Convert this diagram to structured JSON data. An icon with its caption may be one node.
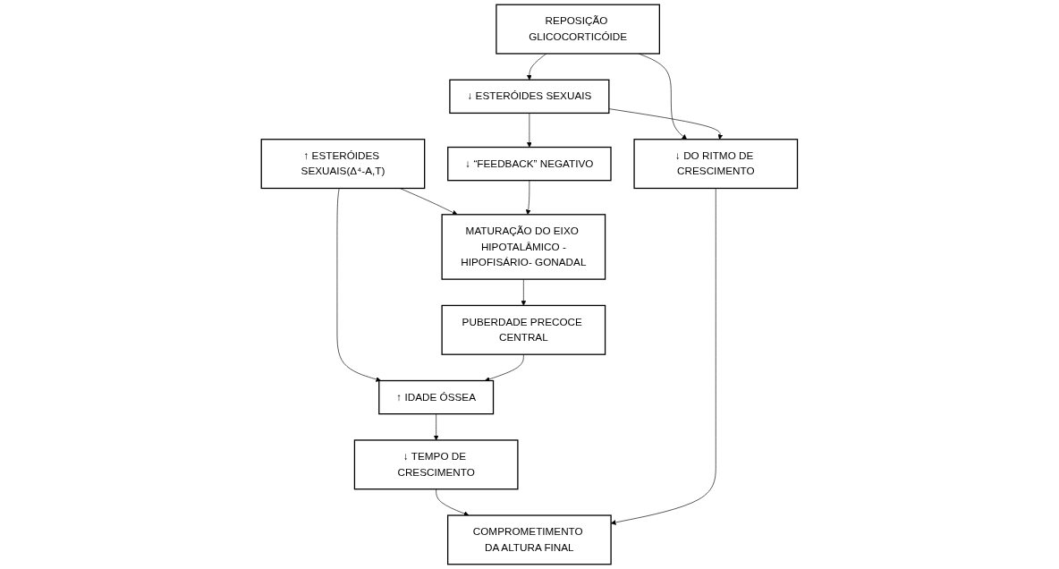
{
  "diagram": {
    "nodes": [
      {
        "text": [
          "↑ ESTERÓIDES SEXUAIS(Δ⁴-A,T)"
        ]
      },
      {
        "text": [
          "REPOSIÇÃO GLICOCORTICÓIDE"
        ]
      },
      {
        "text": [
          "MATURAÇÃO DO EIXO HIPOTALÂMICO -HIPOFISÁRIO- GONADAL"
        ]
      },
      {
        "text": [
          "↑ IDADE ÓSSEA"
        ]
      },
      {
        "text": [
          "↓ ESTERÓIDES SEXUAIS"
        ]
      },
      {
        "text": [
          "↓ “FEEDBACK” NEGATIVO"
        ]
      },
      {
        "text": [
          "↓ DO RITMO DE CRESCIMENTO"
        ]
      },
      {
        "text": [
          "↓ TEMPO DE CRESCIMENTO"
        ]
      },
      {
        "text": [
          "PUBERDADE PRECOCE CENTRAL"
        ]
      },
      {
        "text": [
          "COMPROMETIMENTO DA ALTURA FINAL"
        ]
      }
    ],
    "edges": [
      {
        "from": 0,
        "to": 2,
        "arrow": "to"
      },
      {
        "from": 0,
        "to": 3,
        "arrow": "to"
      },
      {
        "from": 1,
        "to": 4,
        "arrow": "to"
      },
      {
        "from": 1,
        "to": 6,
        "arrow": "to"
      },
      {
        "from": 3,
        "to": 7,
        "arrow": "to"
      },
      {
        "from": 4,
        "to": 5,
        "arrow": "to"
      },
      {
        "from": 4,
        "to": 6,
        "arrow": "to"
      },
      {
        "from": 5,
        "to": 2,
        "arrow": "to"
      },
      {
        "from": 2,
        "to": 8,
        "arrow": "to"
      },
      {
        "from": 8,
        "to": 3,
        "arrow": "to"
      },
      {
        "from": 7,
        "to": 9,
        "arrow": "to"
      },
      {
        "from": 6,
        "to": 9,
        "arrow": "to"
      }
    ]
  }
}
